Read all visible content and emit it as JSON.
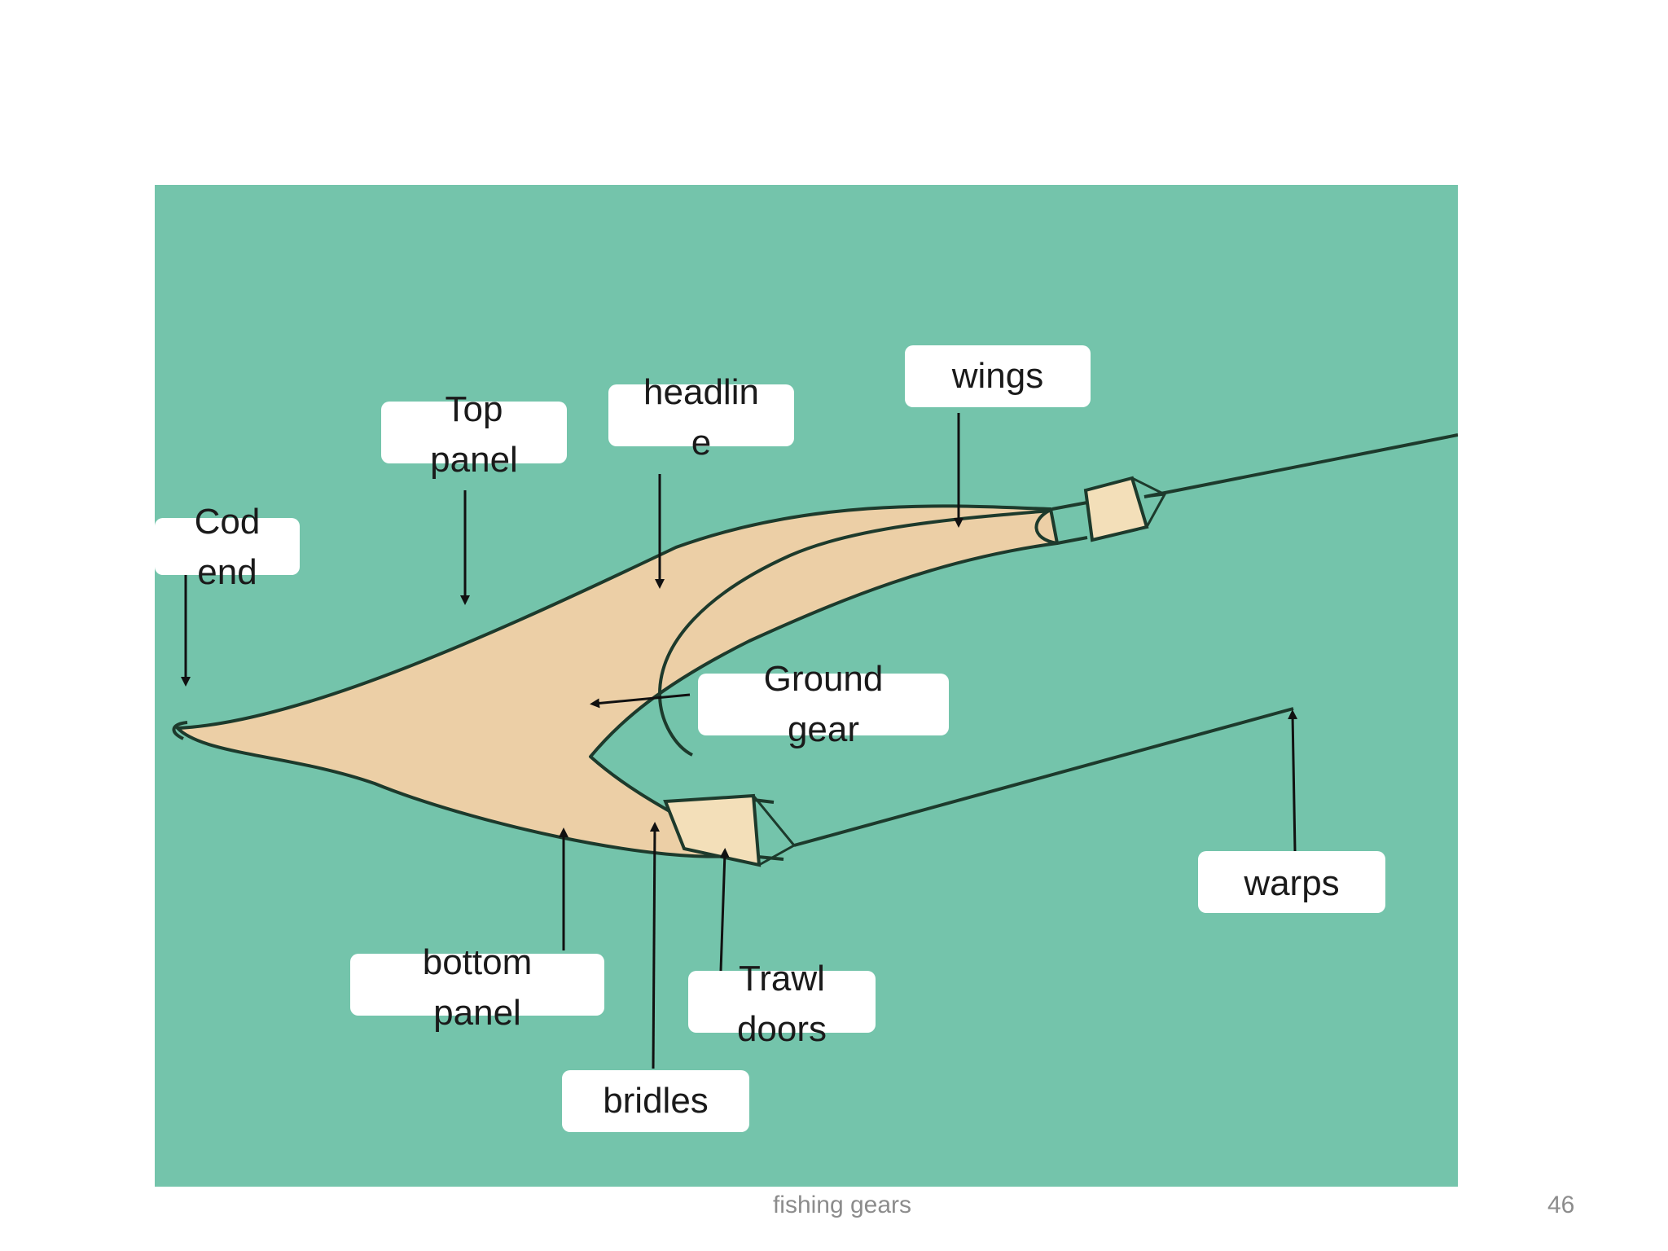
{
  "colors": {
    "background": "#74c4ab",
    "net_fill": "#eccfa6",
    "door_fill": "#f3dfb9",
    "outline": "#1d3a2c",
    "label_box": "#ffffff"
  },
  "labels": {
    "cod_end": "Cod\nend",
    "top_panel": "Top\npanel",
    "headline": "headlin\ne",
    "wings": "wings",
    "ground_gear": "Ground\ngear",
    "warps": "warps",
    "bottom_panel": "bottom\npanel",
    "trawl_doors": "Trawl\ndoors",
    "bridles": "bridles"
  },
  "footer": {
    "title": "fishing gears",
    "page_number": "46"
  }
}
